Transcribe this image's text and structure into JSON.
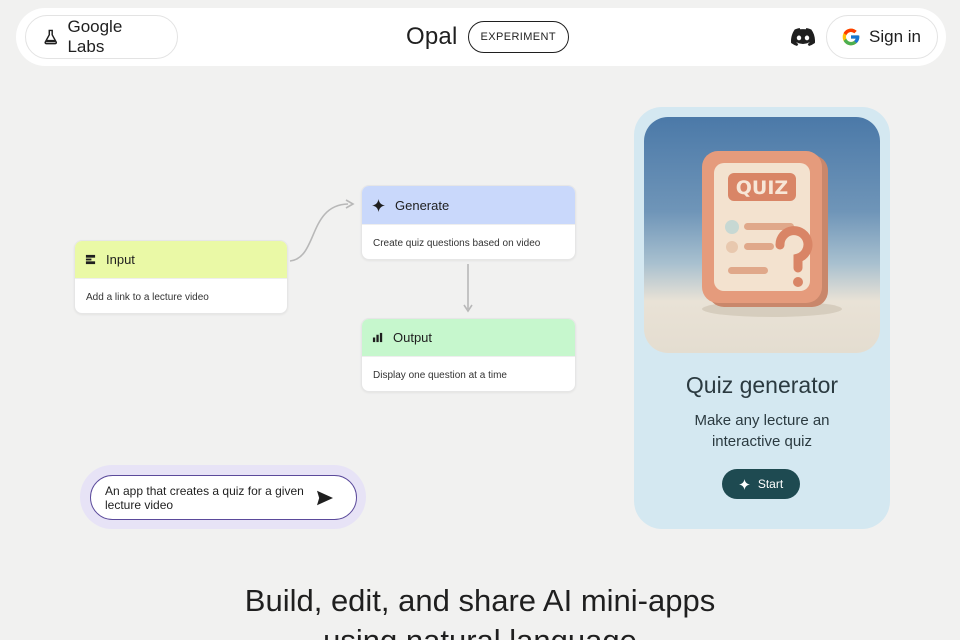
{
  "header": {
    "labs_label": "Google Labs",
    "brand": "Opal",
    "badge": "EXPERIMENT",
    "signin_label": "Sign in"
  },
  "flow": {
    "input": {
      "title": "Input",
      "desc": "Add a link to a lecture video"
    },
    "generate": {
      "title": "Generate",
      "desc": "Create quiz questions based on video"
    },
    "output": {
      "title": "Output",
      "desc": "Display one question at a time"
    }
  },
  "prompt": {
    "text": "An app that creates a quiz for a given lecture video"
  },
  "card": {
    "image_text": "QUIZ",
    "title": "Quiz generator",
    "subtitle": "Make any lecture an interactive quiz",
    "start_label": "Start"
  },
  "headline": {
    "line1": "Build, edit, and share AI mini-apps",
    "line2": "using natural language"
  },
  "colors": {
    "input_head": "#eaf9a6",
    "generate_head": "#c9d8fb",
    "output_head": "#c6f7cd",
    "card_bg": "#d4e8f1",
    "start_btn": "#1e4a51",
    "prompt_border": "#5b4a9b"
  }
}
